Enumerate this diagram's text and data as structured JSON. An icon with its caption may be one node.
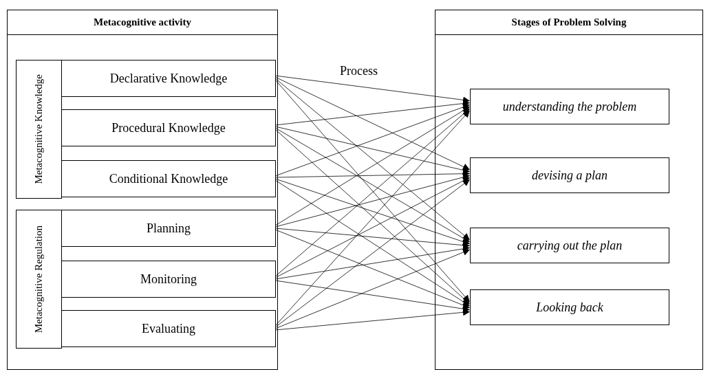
{
  "diagram": {
    "nodes": [
      {
        "text": [
          "Metacognitive activity"
        ]
      },
      {
        "text": [
          "Metacognitive Knowledge"
        ],
        "in": 0
      },
      {
        "text": [
          "Declarative Knowledge"
        ],
        "in": 0
      },
      {
        "text": [
          "Procedural Knowledge"
        ],
        "in": 0
      },
      {
        "text": [
          "Conditional Knowledge"
        ],
        "in": 0
      },
      {
        "text": [
          "Metacognitive Regulation"
        ],
        "in": 0
      },
      {
        "text": [
          "Planning"
        ],
        "in": 0
      },
      {
        "text": [
          "Monitoring"
        ],
        "in": 0
      },
      {
        "text": [
          "Evaluating"
        ],
        "in": 0
      },
      {
        "text": [
          "Stages of Problem Solving"
        ]
      },
      {
        "text": [
          "understanding the problem"
        ],
        "in": 9
      },
      {
        "text": [
          "devising a plan"
        ],
        "in": 9
      },
      {
        "text": [
          "carrying out the plan"
        ],
        "in": 9
      },
      {
        "text": [
          "Looking back"
        ],
        "in": 9
      }
    ],
    "edges": [
      {
        "from": 2,
        "to": 10,
        "arrow": "to"
      },
      {
        "from": 2,
        "to": 11,
        "arrow": "to"
      },
      {
        "from": 2,
        "to": 12,
        "arrow": "to"
      },
      {
        "from": 2,
        "to": 13,
        "arrow": "to"
      },
      {
        "from": 3,
        "to": 10,
        "arrow": "to"
      },
      {
        "from": 3,
        "to": 11,
        "arrow": "to"
      },
      {
        "from": 3,
        "to": 12,
        "arrow": "to"
      },
      {
        "from": 3,
        "to": 13,
        "arrow": "to"
      },
      {
        "from": 4,
        "to": 10,
        "arrow": "to"
      },
      {
        "from": 4,
        "to": 11,
        "arrow": "to"
      },
      {
        "from": 4,
        "to": 12,
        "arrow": "to"
      },
      {
        "from": 4,
        "to": 13,
        "arrow": "to"
      },
      {
        "from": 6,
        "to": 10,
        "arrow": "to"
      },
      {
        "from": 6,
        "to": 11,
        "arrow": "to"
      },
      {
        "from": 6,
        "to": 12,
        "arrow": "to"
      },
      {
        "from": 6,
        "to": 13,
        "arrow": "to"
      },
      {
        "from": 7,
        "to": 10,
        "arrow": "to"
      },
      {
        "from": 7,
        "to": 11,
        "arrow": "to"
      },
      {
        "from": 7,
        "to": 12,
        "arrow": "to"
      },
      {
        "from": 7,
        "to": 13,
        "arrow": "to"
      },
      {
        "from": 8,
        "to": 10,
        "arrow": "to"
      },
      {
        "from": 8,
        "to": 11,
        "arrow": "to"
      },
      {
        "from": 8,
        "to": 12,
        "arrow": "to"
      },
      {
        "from": 8,
        "to": 13,
        "arrow": "to"
      }
    ],
    "labels": [
      "Process"
    ]
  }
}
